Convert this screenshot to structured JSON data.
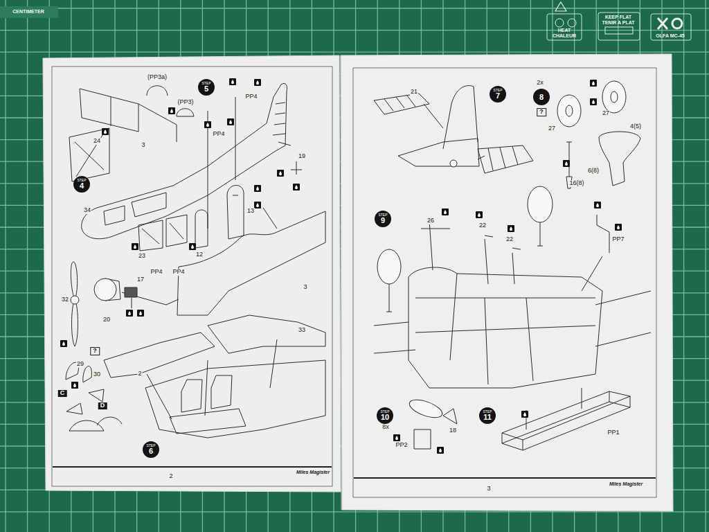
{
  "diagram": {
    "nodes": [
      {
        "text": [
          "STEP",
          "5"
        ]
      },
      {
        "text": [
          "STEP",
          "4"
        ]
      },
      {
        "text": [
          "STEP",
          "6"
        ]
      },
      {
        "text": [
          "STEP",
          "7"
        ]
      },
      {
        "text": [
          "8"
        ]
      },
      {
        "text": [
          "STEP",
          "9"
        ]
      },
      {
        "text": [
          "STEP",
          "10"
        ]
      },
      {
        "text": [
          "STEP",
          "11"
        ]
      }
    ],
    "labels": [
      "CENTIMETER",
      "HEAT",
      "CHALEUR",
      "KEEP FLAT",
      "TENIR A PLAT",
      "OLFA MC-45",
      "(PP3a)",
      "(PP3)",
      "PP4",
      "PP4",
      "24",
      "3",
      "19",
      "34",
      "13",
      "23",
      "12",
      "PP4",
      "PP4",
      "32",
      "17",
      "20",
      "3",
      "33",
      "?",
      "29",
      "30",
      "2",
      "C",
      "D",
      "2",
      "Miles Magister",
      "21",
      "2x",
      "?",
      "27",
      "27",
      "4(5)",
      "6(8)",
      "16(8)",
      "26",
      "22",
      "22",
      "PP7",
      "8x",
      "18",
      "PP2",
      "PP1",
      "3",
      "Miles Magister"
    ]
  }
}
